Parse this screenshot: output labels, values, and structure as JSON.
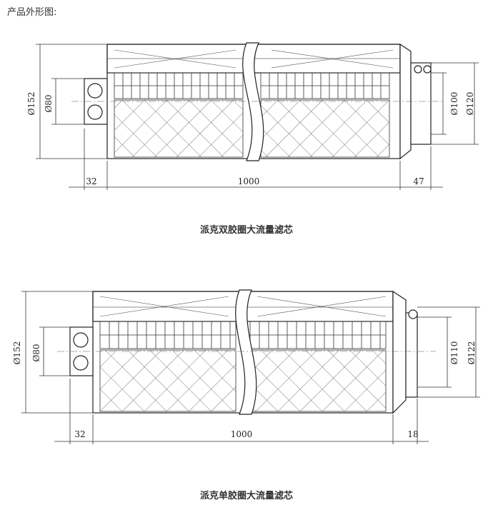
{
  "header": {
    "title": "产品外形图:"
  },
  "figures": [
    {
      "caption": "派克双胶圈大流量滤芯",
      "dims": {
        "outer_diameter": "Ø152",
        "port_diameter": "Ø80",
        "seal_inner": "Ø100",
        "seal_outer": "Ø120",
        "left_length": "32",
        "main_length": "1000",
        "right_length": "47"
      }
    },
    {
      "caption": "派克单胶圈大流量滤芯",
      "dims": {
        "outer_diameter": "Ø152",
        "port_diameter": "Ø80",
        "seal_inner": "Ø110",
        "seal_outer": "Ø122",
        "left_length": "32",
        "main_length": "1000",
        "right_length": "18"
      }
    }
  ]
}
